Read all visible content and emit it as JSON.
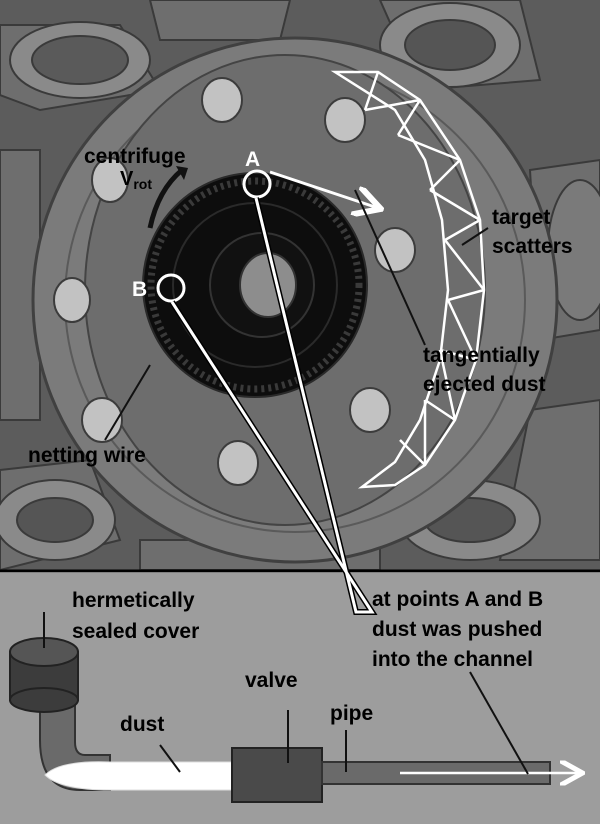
{
  "labels": {
    "point_a": "A",
    "point_b": "B",
    "centrifuge": "centrifuge",
    "vrot_main": "V",
    "vrot_sub": "rot",
    "target": "target",
    "scatters": "scatters",
    "tangentially": "tangentially",
    "ejected_dust": "ejected dust",
    "netting_wire": "netting wire",
    "hermetically": "hermetically",
    "sealed_cover": "sealed cover",
    "points_line1": "at points A and B",
    "points_line2": "dust was pushed",
    "points_line3": "into the channel",
    "valve": "valve",
    "pipe": "pipe",
    "dust": "dust"
  },
  "colors": {
    "background_top": "#5e5e5e",
    "flange": "#797979",
    "flange_dark": "#4a4a4a",
    "hole": "#bdbdbd",
    "drum": "#0a0a0a",
    "bottom_bg": "#9c9c9c"
  }
}
